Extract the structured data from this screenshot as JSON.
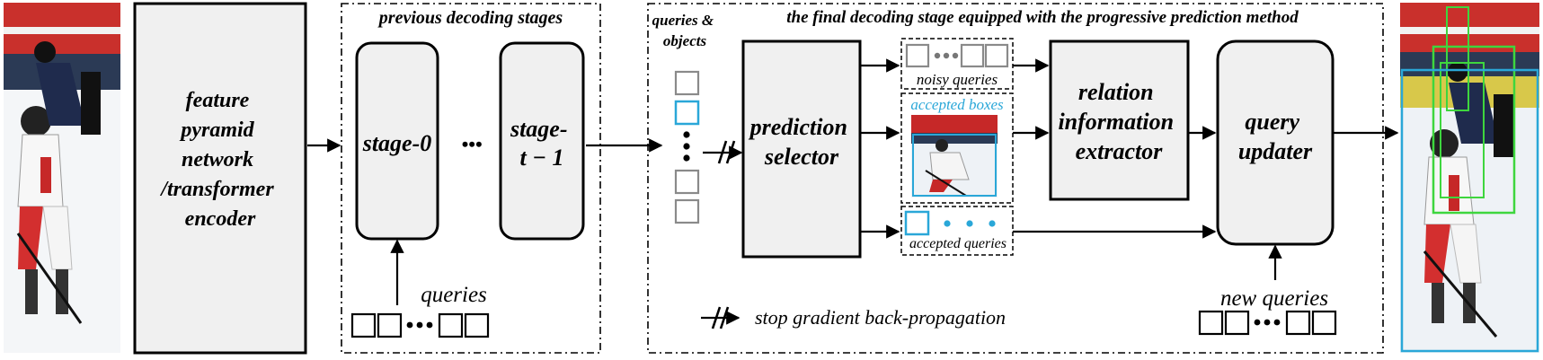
{
  "images": {
    "input_image": "hockey-player-input",
    "output_image": "hockey-player-output-with-boxes",
    "thumbnail": "hockey-player-thumbnail"
  },
  "labels": {
    "fpn_lines": [
      "feature",
      "pyramid",
      "network",
      "/transformer",
      "encoder"
    ],
    "previous_stages_title": "previous decoding stages",
    "stage0": "stage-0",
    "stage_dots": "•••",
    "stage_t_line1": "stage-",
    "stage_t_line2": "t − 1",
    "queries_left": "queries",
    "final_stage_title": "the final decoding stage equipped with the progressive prediction method",
    "queries_objects_line1": "queries &",
    "queries_objects_line2": "objects",
    "prediction_selector_line1": "prediction",
    "prediction_selector_line2": "selector",
    "noisy_queries": "noisy queries",
    "accepted_boxes": "accepted boxes",
    "accepted_queries": "accepted queries",
    "relation_line1": "relation",
    "relation_line2": "information",
    "relation_line3": "extractor",
    "query_updater_line1": "query",
    "query_updater_line2": "updater",
    "new_queries": "new queries",
    "stop_gradient": "stop gradient back-propagation"
  },
  "colors": {
    "accent_blue": "#2aa7d8",
    "box_fill": "#f0f0f0",
    "gray_query": "#8a8a8a",
    "green_box": "#3ed63e"
  }
}
